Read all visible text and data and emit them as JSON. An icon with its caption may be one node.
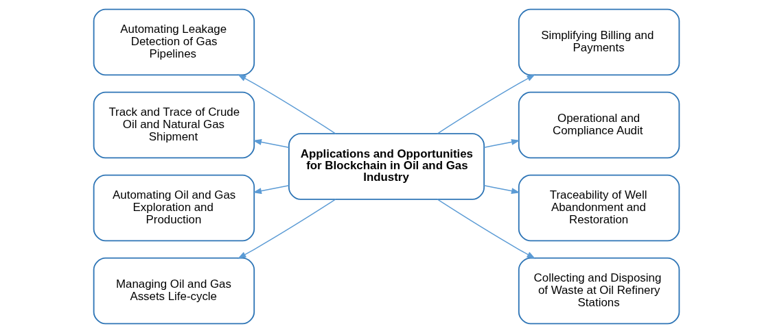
{
  "diagram": {
    "nodes": [
      {
        "text": [
          "Applications and Opportunities for Blockchain in Oil and Gas Industry"
        ]
      },
      {
        "text": [
          "Automating Leakage Detection of Gas Pipelines"
        ]
      },
      {
        "text": [
          "Track and Trace of Crude Oil and Natural Gas Shipment"
        ]
      },
      {
        "text": [
          "Automating Oil and Gas Exploration and Production"
        ]
      },
      {
        "text": [
          "Managing Oil and Gas Assets Life-cycle"
        ]
      },
      {
        "text": [
          "Simplifying Billing and Payments"
        ]
      },
      {
        "text": [
          "Operational and Compliance Audit"
        ]
      },
      {
        "text": [
          "Traceability of Well Abandonment and Restoration"
        ]
      },
      {
        "text": [
          "Collecting and Disposing of Waste at Oil Refinery Stations"
        ]
      }
    ],
    "edges": [
      {
        "from": 0,
        "to": 1,
        "arrow": "to"
      },
      {
        "from": 0,
        "to": 2,
        "arrow": "to"
      },
      {
        "from": 0,
        "to": 3,
        "arrow": "to"
      },
      {
        "from": 0,
        "to": 4,
        "arrow": "to"
      },
      {
        "from": 0,
        "to": 5,
        "arrow": "to"
      },
      {
        "from": 0,
        "to": 6,
        "arrow": "to"
      },
      {
        "from": 0,
        "to": 7,
        "arrow": "to"
      },
      {
        "from": 0,
        "to": 8,
        "arrow": "to"
      }
    ]
  }
}
